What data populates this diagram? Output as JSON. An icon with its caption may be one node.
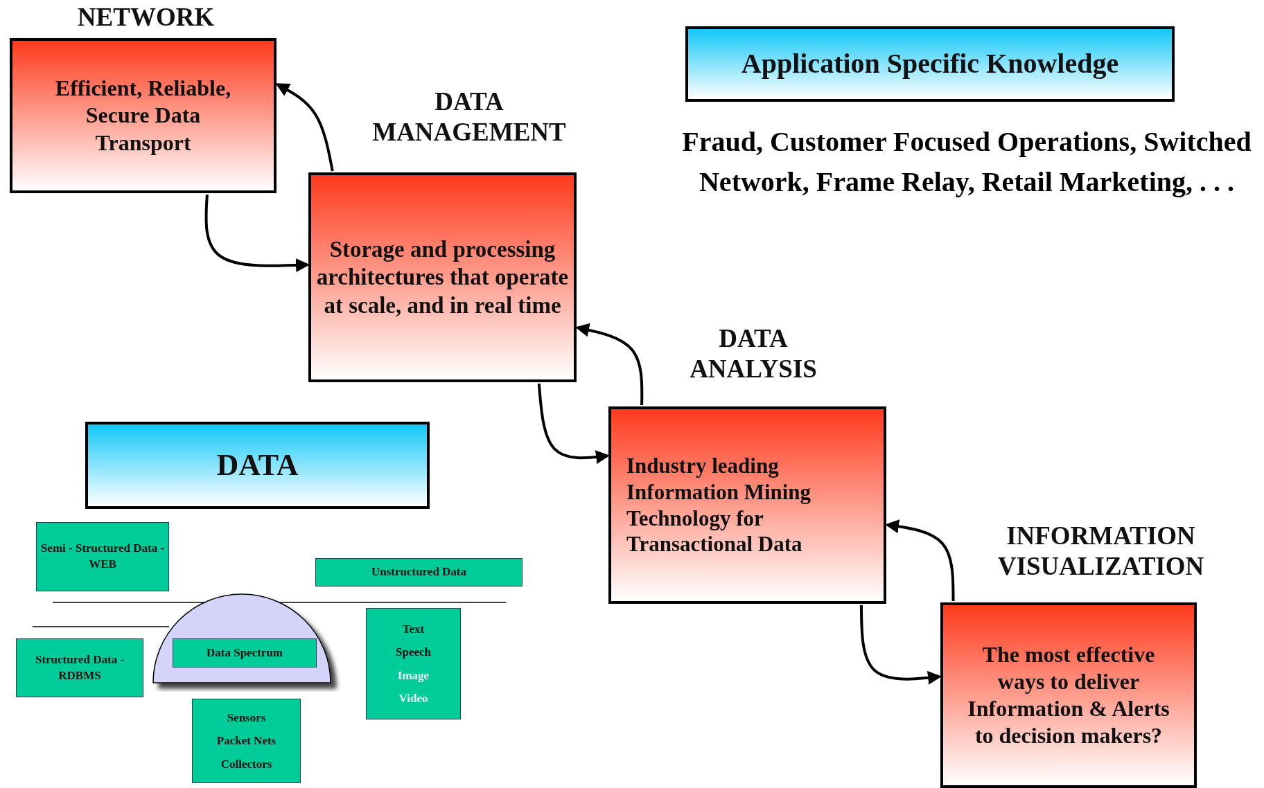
{
  "diagram": {
    "nodes": [
      {
        "text": [
          "NETWORK",
          "Efficient, Reliable, Secure Data Transport"
        ]
      },
      {
        "text": [
          "Application Specific Knowledge"
        ]
      },
      {
        "text": [
          "DATA MANAGEMENT",
          "Storage and processing architectures that operate at scale, and in real time"
        ]
      },
      {
        "text": [
          "DATA ANALYSIS",
          "Industry leading Information Mining Technology for Transactional Data"
        ]
      },
      {
        "text": [
          "DATA"
        ]
      },
      {
        "text": [
          "Semi - Structured Data - WEB"
        ]
      },
      {
        "text": [
          "Unstructured Data"
        ]
      },
      {
        "text": [
          "INFORMATION VISUALIZATION",
          "The most effective ways to deliver Information & Alerts to decision makers?"
        ]
      },
      {
        "text": [
          "Data Spectrum"
        ]
      },
      {
        "text": [
          "Structured Data - RDBMS"
        ]
      },
      {
        "text": [
          "Text",
          "Speech",
          "Image",
          "Video"
        ]
      },
      {
        "text": [
          "Sensors",
          "Packet Nets",
          "Collectors"
        ]
      }
    ],
    "edges": [
      {
        "from": 2,
        "to": 0,
        "arrow": "to"
      },
      {
        "from": 0,
        "to": 2,
        "arrow": "to"
      },
      {
        "from": 3,
        "to": 2,
        "arrow": "to"
      },
      {
        "from": 2,
        "to": 3,
        "arrow": "to"
      },
      {
        "from": 7,
        "to": 3,
        "arrow": "to"
      },
      {
        "from": 3,
        "to": 7,
        "arrow": "to"
      }
    ],
    "labels": [
      "Fraud, Customer Focused Operations, Switched Network, Frame Relay, Retail Marketing, . . ."
    ]
  }
}
